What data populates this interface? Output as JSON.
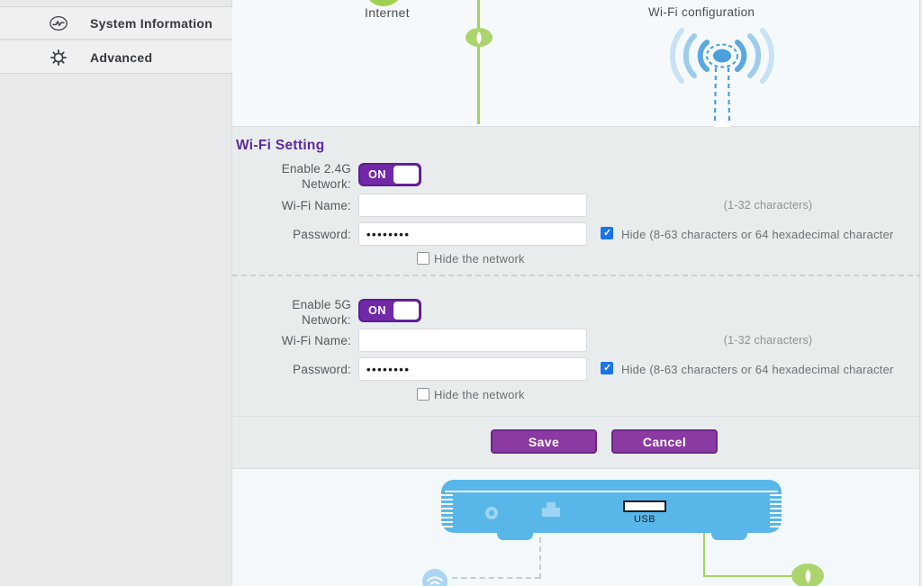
{
  "colors": {
    "accent_purple": "#7229a8",
    "button_purple": "#8a3aa2",
    "title_purple": "#5c2b9e",
    "checkbox_blue": "#1a73e8",
    "diagram_green": "#a5d162",
    "router_blue": "#58b7e8"
  },
  "sidebar": {
    "items": [
      {
        "label": "System Information",
        "icon": "gauge-icon"
      },
      {
        "label": "Advanced",
        "icon": "gear-icon"
      }
    ]
  },
  "diagram_top": {
    "internet_label": "Internet",
    "wifi_config_label": "Wi-Fi configuration",
    "icons": [
      "globe-icon",
      "power-badge-icon",
      "antenna-icon"
    ]
  },
  "wifi_setting": {
    "title": "Wi-Fi Setting",
    "sections": [
      {
        "enable_line1": "Enable 2.4G",
        "enable_line2": "Network:",
        "toggle_state": "ON",
        "wifi_name_label": "Wi-Fi Name:",
        "wifi_name_value": "",
        "wifi_name_hint": "(1-32 characters)",
        "password_label": "Password:",
        "password_value": "••••••••",
        "hide_password_checked": true,
        "hide_password_label": "Hide (8-63 characters or 64 hexadecimal character",
        "hide_network_checked": false,
        "hide_network_label": "Hide the network"
      },
      {
        "enable_line1": "Enable 5G",
        "enable_line2": "Network:",
        "toggle_state": "ON",
        "wifi_name_label": "Wi-Fi Name:",
        "wifi_name_value": "",
        "wifi_name_hint": "(1-32 characters)",
        "password_label": "Password:",
        "password_value": "••••••••",
        "hide_password_checked": true,
        "hide_password_label": "Hide (8-63 characters or 64 hexadecimal character",
        "hide_network_checked": false,
        "hide_network_label": "Hide the network"
      }
    ],
    "save_label": "Save",
    "cancel_label": "Cancel"
  },
  "diagram_bottom": {
    "usb_label": "USB",
    "icons": [
      "power-port-icon",
      "ethernet-port-icon",
      "usb-port",
      "wifi-icon",
      "power-badge-icon"
    ]
  }
}
